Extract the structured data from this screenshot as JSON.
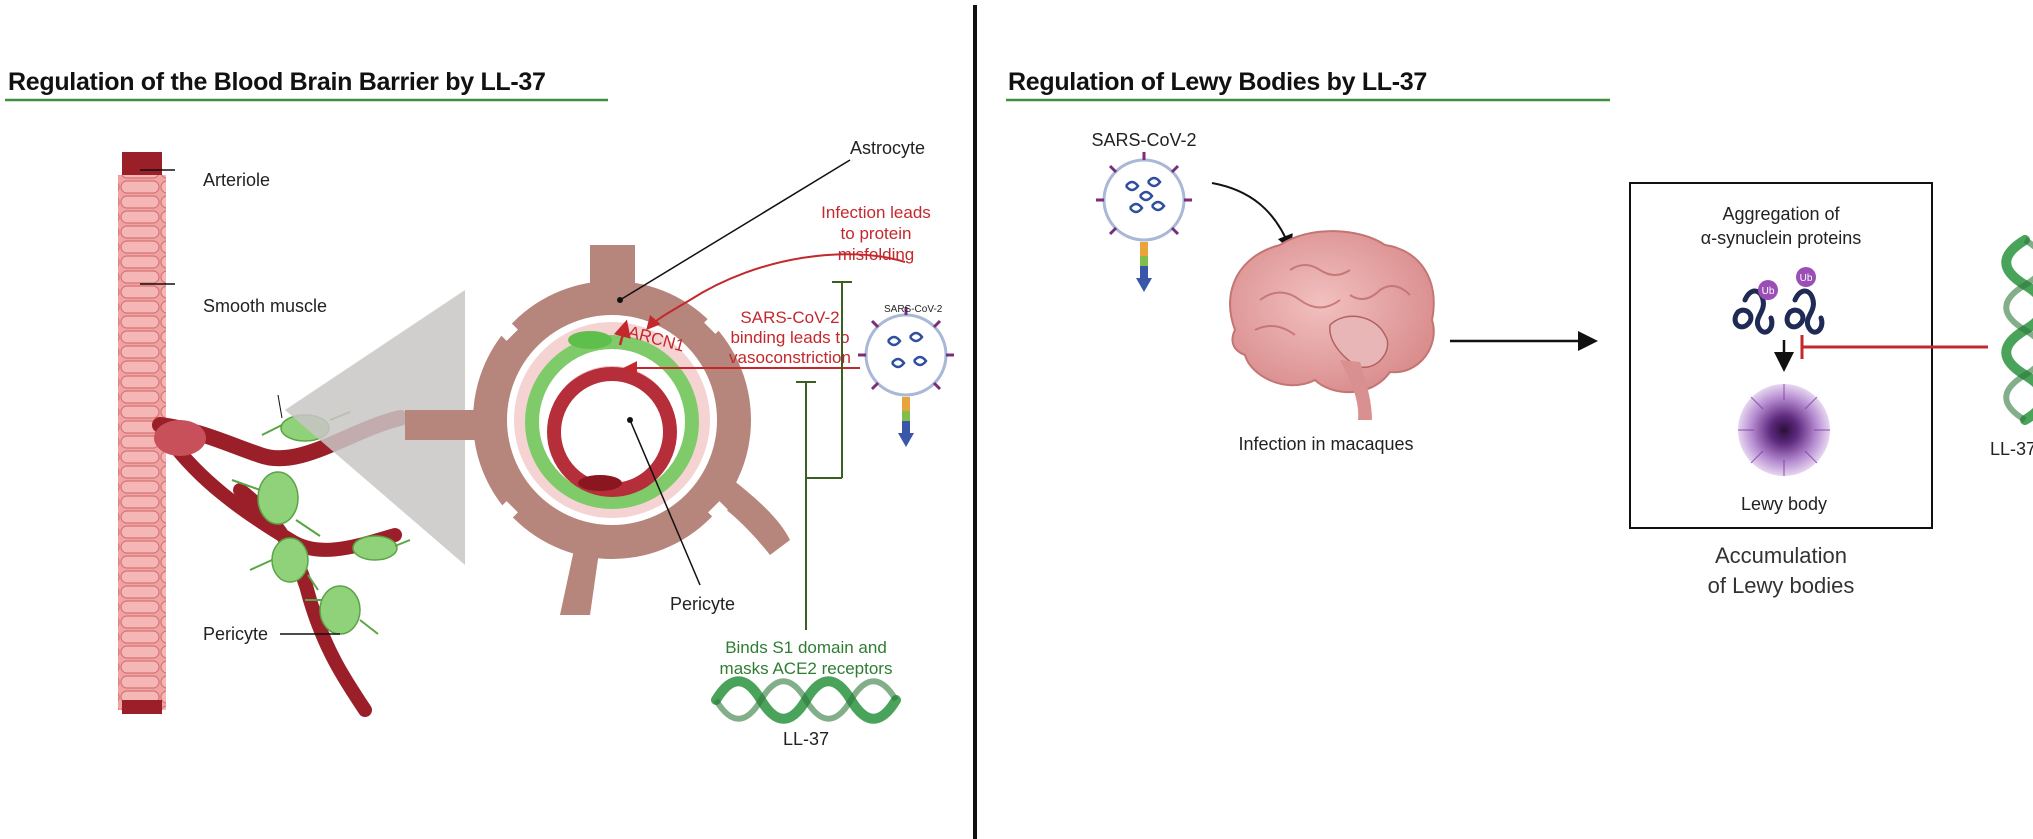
{
  "left_panel": {
    "title": "Regulation of the Blood Brain Barrier by LL-37",
    "labels": {
      "arteriole": "Arteriole",
      "smooth_muscle": "Smooth muscle",
      "pericyte_vessel": "Pericyte",
      "astrocyte": "Astrocyte",
      "pericyte_cross": "Pericyte",
      "arcn1": "ARCN1",
      "virus": "SARS-CoV-2",
      "ll37": "LL-37"
    },
    "annotations": {
      "misfolding": [
        "Infection leads",
        "to protein",
        "misfolding"
      ],
      "vasoconstriction": [
        "SARS-CoV-2",
        "binding leads to",
        "vasoconstriction"
      ],
      "binds": [
        "Binds S1 domain and",
        "masks ACE2 receptors"
      ]
    }
  },
  "right_panel": {
    "title": "Regulation of Lewy Bodies by LL-37",
    "labels": {
      "virus": "SARS-CoV-2",
      "infection": "Infection in macaques",
      "aggregation": [
        "Aggregation of",
        "α-synuclein proteins"
      ],
      "ub": "Ub",
      "lewy_body": "Lewy body",
      "ll37": "LL-37",
      "accumulation": [
        "Accumulation",
        "of Lewy bodies"
      ]
    }
  },
  "colors": {
    "title_underline": "#3f8f3f",
    "vessel_red": "#a3202a",
    "muscle_pink": "#e88a8a",
    "pericyte_green": "#7fcb6a",
    "astrocyte_brown": "#b6857b",
    "inhibit_red": "#c3282d",
    "helix_green": "#4aa35a",
    "dark_green_line": "#3b5e22",
    "divider": "#111111"
  },
  "icons": [
    "virus-icon",
    "brain-icon",
    "helix-icon",
    "lewy-body-icon",
    "protein-aggregate-icon",
    "blood-vessel-icon",
    "astrocyte-icon"
  ]
}
